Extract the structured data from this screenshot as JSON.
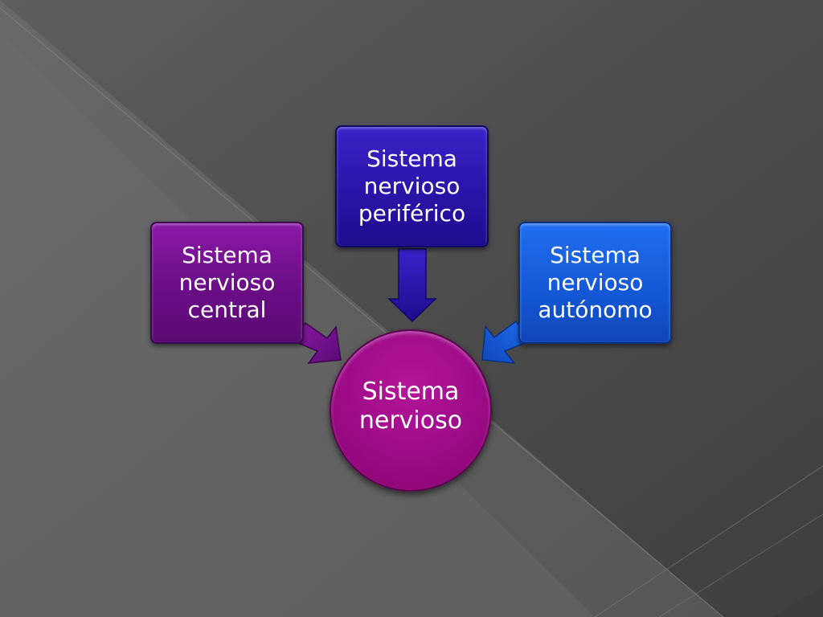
{
  "diagram": {
    "center": {
      "label": "Sistema\nnervioso"
    },
    "nodes": [
      {
        "id": "central",
        "label": "Sistema\nnervioso\ncentral"
      },
      {
        "id": "periferico",
        "label": "Sistema\nnervioso\nperiférico"
      },
      {
        "id": "autonomo",
        "label": "Sistema\nnervioso\nautónomo"
      }
    ]
  },
  "colors": {
    "background": "#4a4a4a",
    "central": "#6b0d86",
    "periferico": "#2a14a8",
    "autonomo": "#1559d8",
    "center": "#9c0a86"
  }
}
